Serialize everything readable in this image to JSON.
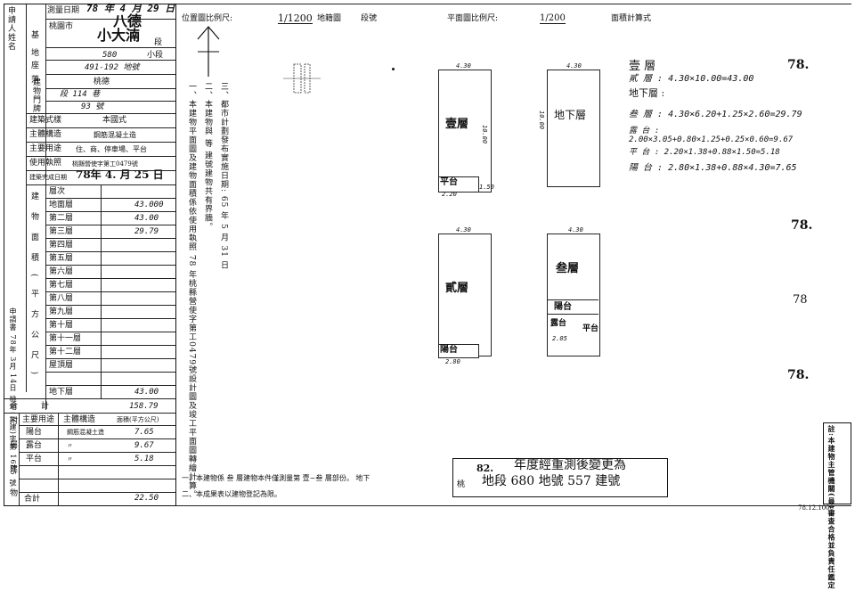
{
  "left": {
    "applicant_label": "申請人姓名",
    "survey_date_label": "測量日期",
    "survey_date": "78 年 4 月 29 日",
    "city": "桃園市",
    "district": "八德",
    "section": "小大湳",
    "rows": [
      {
        "label": "基",
        "val": "段"
      },
      {
        "label": "地",
        "val": "小段"
      },
      {
        "label": "座",
        "val": "580"
      },
      {
        "label": "落",
        "val": "491-192 地號"
      }
    ],
    "location_label": "建物門牌",
    "road": "桃德",
    "lane": "段 114 巷",
    "number": "93 號",
    "building_type_label": "建築式樣",
    "building_type": "本國式",
    "structure_label": "主體構造",
    "structure": "鋼筋混凝土造",
    "main_use_label": "主要用途",
    "main_use": "住、商、停車場、平台",
    "permit_label": "使用執照",
    "permit": "桃縣營使字第工0479號",
    "completion_label": "建築完成日期",
    "completion": "78年 4. 月 25 日",
    "area_label": "建物面積(平方公尺)",
    "floors": [
      {
        "name": "層次",
        "area": ""
      },
      {
        "name": "地面層",
        "area": "43.000"
      },
      {
        "name": "第二層",
        "area": "43.00"
      },
      {
        "name": "第三層",
        "area": "29.79"
      },
      {
        "name": "第四層",
        "area": ""
      },
      {
        "name": "第五層",
        "area": ""
      },
      {
        "name": "第六層",
        "area": ""
      },
      {
        "name": "第七層",
        "area": ""
      },
      {
        "name": "第八層",
        "area": ""
      },
      {
        "name": "第九層",
        "area": ""
      },
      {
        "name": "第十層",
        "area": ""
      },
      {
        "name": "第十一層",
        "area": ""
      },
      {
        "name": "第十二層",
        "area": ""
      },
      {
        "name": "屋頂層",
        "area": ""
      },
      {
        "name": "",
        "area": ""
      },
      {
        "name": "地下層",
        "area": "43.00"
      }
    ],
    "applicant_note": "申請書 78年 3月 14日 桃地二(建)字第 1685 號",
    "total_label": "合計",
    "total": "158.79",
    "annex_label": "附屬建物",
    "annex_header": [
      "主要用途",
      "主體構造",
      "面積(平方公尺)"
    ],
    "annex_rows": [
      {
        "use": "陽台",
        "struct": "鋼筋混凝土造",
        "area": "7.65"
      },
      {
        "use": "露台",
        "struct": "〃",
        "area": "9.67"
      },
      {
        "use": "平台",
        "struct": "〃",
        "area": "5.18"
      },
      {
        "use": "",
        "struct": "",
        "area": ""
      },
      {
        "use": "",
        "struct": "",
        "area": ""
      }
    ],
    "annex_total_label": "合計",
    "annex_total": "22.50"
  },
  "header": {
    "position_scale_label": "位置圖比例尺:",
    "position_scale": "1/1200",
    "map_sheet_label": "地籍圖",
    "map_sheet_no": "段號",
    "plan_scale_label": "平面圖比例尺:",
    "plan_scale": "1/200",
    "area_calc_label": "面積計算式"
  },
  "notes": {
    "n1": "一、本建物平面圖及建物面積係依使用執照 78 年桃縣營使字第工0479號設計圖及竣工平面圖轉繪計算。",
    "n2": "二、本建物與 等 建號建物共有界牆。",
    "n3": "三、都市計劃發布實施日期: 65 年 5 月 31 日",
    "foot1": "一、本建物係 叁 層建物本件僅測量第 壹~叁 層部份。 地下",
    "foot2": "二、本成果表以建物登記為限。"
  },
  "plans": {
    "p1_label": "壹層",
    "p1_w": "4.30",
    "p1_h": "10.00",
    "p1_sub": "平台",
    "p1_sub_dim": "2.20",
    "p1_sub_dim2": "1.50",
    "p2_label": "地下層",
    "p2_w": "4.30",
    "p2_h": "10.00",
    "p3_label": "貳層",
    "p3_w": "4.30",
    "p3_sub": "陽台",
    "p3_sub_dim": "2.80",
    "p4_label": "叁層",
    "p4_w": "4.30",
    "p4_sub": "陽台",
    "p4_sub2": "露台",
    "p4_sub3": "平台",
    "p4_sub_dim": "2.05"
  },
  "calc": {
    "f1": "壹 層",
    "f2": "貳 層 : 4.30×10.00=43.00",
    "f3": "地下層 :",
    "f4": "叁 層 : 4.30×6.20+1.25×2.60=29.79",
    "f5": "露 台 : 2.00×3.05+0.80×1.25+0.25×0.60=9.67",
    "f6": "平 台 : 2.20×1.38+0.88×1.50=5.18",
    "f7": "陽 台 : 2.80×1.38+0.88×4.30=7.65",
    "stamp_vals": [
      "78.",
      "78.",
      "78",
      "78."
    ]
  },
  "stamp": {
    "year": "82.",
    "line1": "年度經重測後變更為",
    "line2": "地段 680 地號 557 建號",
    "prefix": "桃"
  },
  "side_note": "註:本建物主管機關(員)審查合格並負責任鑑定",
  "corner": "78.12.1000"
}
